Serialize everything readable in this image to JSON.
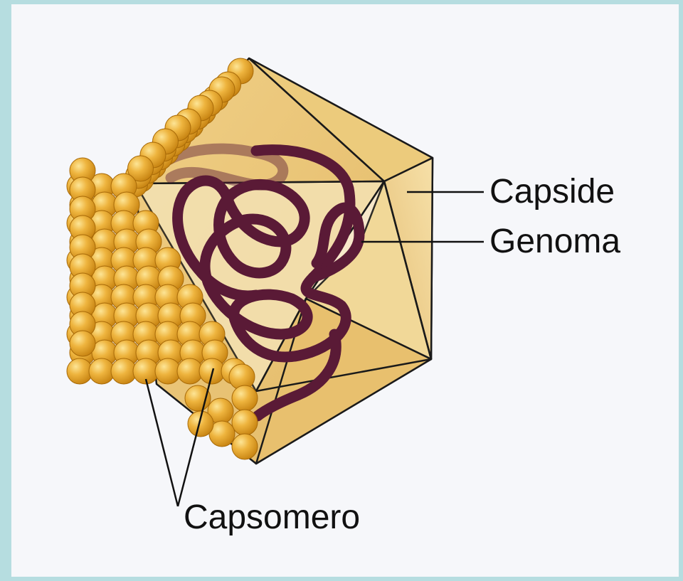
{
  "labels": {
    "capside": "Capside",
    "genoma": "Genoma",
    "capsomero": "Capsomero"
  },
  "colors": {
    "page_border": "#b6dde0",
    "background": "#f6f7fa",
    "capsid_face": "#ecc774",
    "capsid_face_light": "#f4dca2",
    "capsomer": "#e6a92c",
    "capsomer_highlight": "#fde08a",
    "genome": "#5a1a36",
    "line": "#111111"
  }
}
